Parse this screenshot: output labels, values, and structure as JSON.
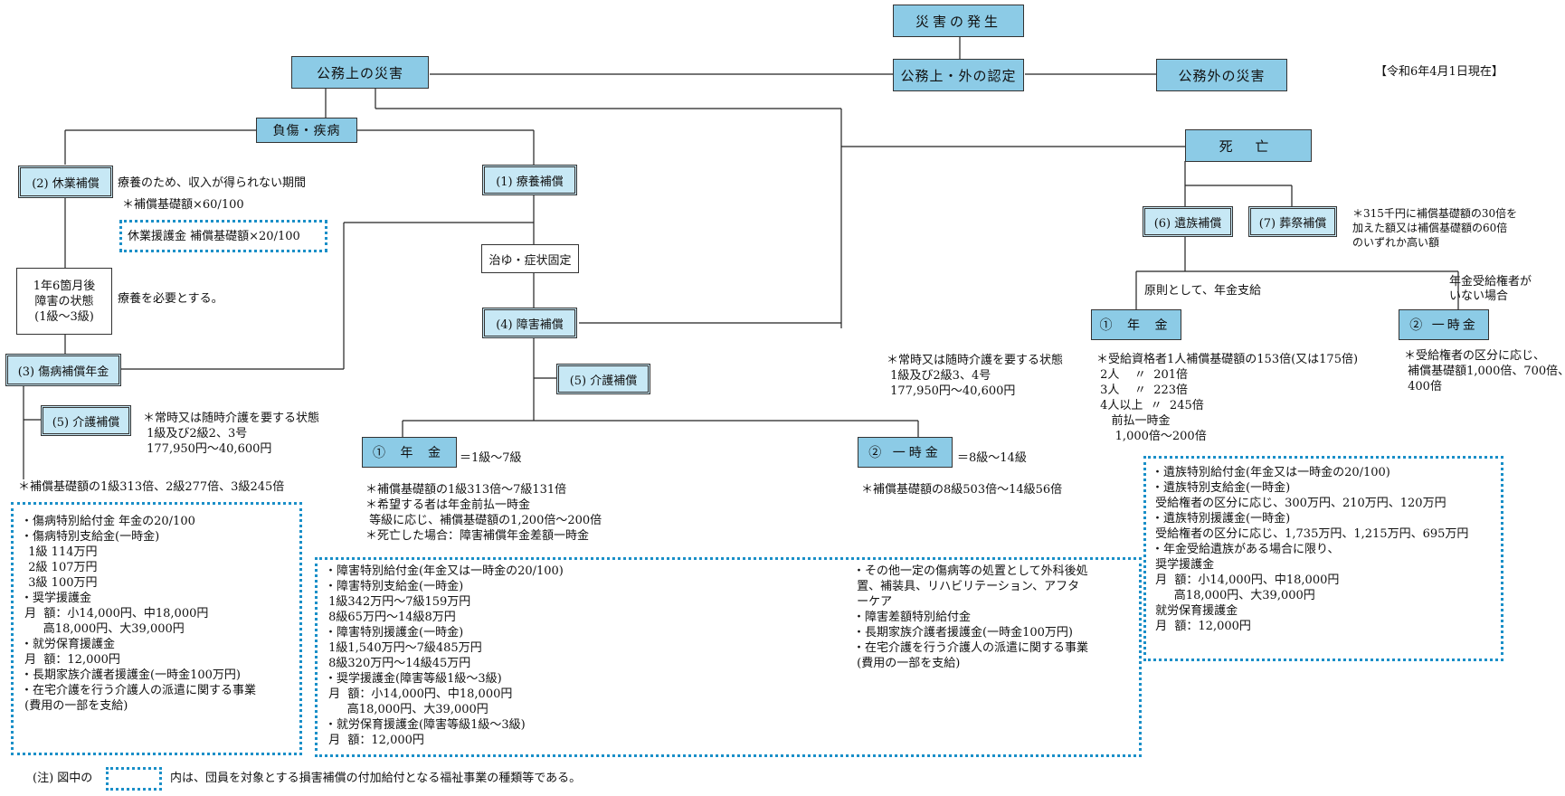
{
  "header": {
    "date_note": "【令和6年4月1日現在】"
  },
  "boxes": {
    "disaster": "災害の発生",
    "public": "公務上の災害",
    "recognition": "公務上・外の認定",
    "nonpublic": "公務外の災害",
    "injury": "負傷・疾病",
    "death": "死 亡",
    "leave": "(2) 休業補償",
    "medical": "(1) 療養補償",
    "cure": "治ゆ・症状固定",
    "after18": "1年6箇月後\n障害の状態\n(1級～3級)",
    "disability": "(4) 障害補償",
    "sickpension": "(3) 傷病補償年金",
    "care_left": "(5) 介護補償",
    "care_mid": "(5) 介護補償",
    "pension_mid": "① 年 金",
    "lump_mid": "② 一時金",
    "survivor": "(6) 遺族補償",
    "funeral": "(7) 葬祭補償",
    "pension_right": "① 年 金",
    "lump_right": "② 一時金"
  },
  "texts": {
    "leave_desc": "療養のため、収入が得られない期間",
    "leave_rate": "＊補償基礎額×60/100",
    "leave_aid": "休業援護金 補償基礎額×20/100",
    "need_care": "療養を必要とする。",
    "care_left_desc": "＊常時又は随時介護を要する状態\n 1級及び2級2、3号\n 177,950円～40,600円",
    "sick_rate": "＊補償基礎額の1級313倍、2級277倍、3級245倍",
    "pension_mid_grade": "＝1級～7級",
    "lump_mid_grade": "＝8級～14級",
    "pension_mid_desc": "＊補償基礎額の1級313倍～7級131倍\n＊希望する者は年金前払一時金\n 等級に応じ、補償基礎額の1,200倍～200倍\n＊死亡した場合：障害補償年金差額一時金",
    "lump_mid_desc": "＊補償基礎額の8級503倍～14級56倍",
    "care_mid_desc": "＊常時又は随時介護を要する状態\n 1級及び2級3、4号\n 177,950円～40,600円",
    "funeral_desc": "＊315千円に補償基礎額の30倍を\n加えた額又は補償基礎額の60倍\nのいずれか高い額",
    "principle": "原則として、年金支給",
    "no_recipient": "年金受給権者が\nいない場合",
    "pension_right_desc": "＊受給資格者1人補償基礎額の153倍(又は175倍)\n 2人    〃  201倍\n 3人    〃  223倍\n 4人以上  〃  245倍\n    前払一時金\n     1,000倍～200倍",
    "lump_right_desc": "＊受給権者の区分に応じ、\n 補償基礎額1,000倍、700倍、\n 400倍",
    "footnote_pre": "(注) 図中の",
    "footnote_post": "内は、団員を対象とする損害補償の付加給付となる福祉事業の種類等である。"
  },
  "panels": {
    "left": "・傷病特別給付金 年金の20/100\n・傷病特別支給金(一時金)\n  1級 114万円\n  2級 107万円\n  3級 100万円\n・奨学援護金\n 月  額：小14,000円、中18,000円\n      高18,000円、大39,000円\n・就労保育援護金\n 月  額：12,000円\n・長期家族介護者援護金(一時金100万円)\n・在宅介護を行う介護人の派遣に関する事業\n (費用の一部を支給)",
    "mid_a": "・障害特別給付金(年金又は一時金の20/100)\n・障害特別支給金(一時金)\n 1級342万円～7級159万円\n 8級65万円～14級8万円\n・障害特別援護金(一時金)\n 1級1,540万円～7級485万円\n 8級320万円～14級45万円\n・奨学援護金(障害等級1級～3級)\n 月  額：小14,000円、中18,000円\n      高18,000円、大39,000円\n・就労保育援護金(障害等級1級～3級)\n 月  額：12,000円",
    "mid_b": "・その他一定の傷病等の処置として外科後処\n 置、補装具、リハビリテーション、アフタ\n ーケア\n・障害差額特別給付金\n・長期家族介護者援護金(一時金100万円)\n・在宅介護を行う介護人の派遣に関する事業\n (費用の一部を支給)",
    "right": "・遺族特別給付金(年金又は一時金の20/100)\n・遺族特別支給金(一時金)\n 受給権者の区分に応じ、300万円、210万円、120万円\n・遺族特別援護金(一時金)\n 受給権者の区分に応じ、1,735万円、1,215万円、695万円\n・年金受給遺族がある場合に限り、\n 奨学援護金\n 月  額：小14,000円、中18,000円\n      高18,000円、大39,000円\n 就労保育援護金\n 月  額：12,000円"
  }
}
